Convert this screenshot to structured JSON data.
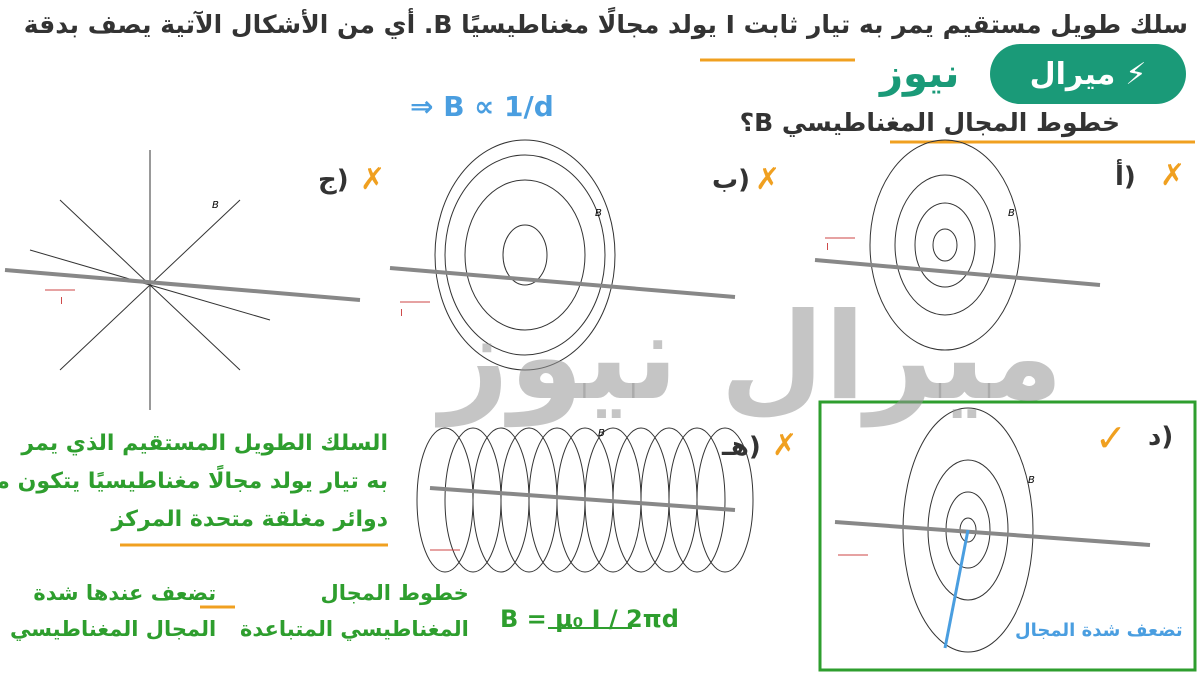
{
  "question": {
    "line1": "سلك طويل مستقيم يمر به تيار ثابت I يولد مجالًا مغناطيسيًا B. أي من الأشكال الآتية يصف بدقة",
    "line2": "خطوط المجال المغناطيسي B؟"
  },
  "annotation_proportional": "⇒ B ∝ 1/d",
  "options": {
    "a": "أ)",
    "b": "ب)",
    "c": "ج)",
    "d": "د)",
    "e": "هـ)"
  },
  "diagram_labels": {
    "field": "B",
    "current": "I"
  },
  "notes": {
    "explanation": [
      "السلك الطويل المستقيم الذي يمر",
      "به تيار يولد مجالًا مغناطيسيًا يتكون من",
      "دوائر مغلقة متحدة المركز"
    ],
    "lines_far": [
      "خطوط المجال",
      "المغناطيسي المتباعدة"
    ],
    "weak": [
      "تضعف عندها شدة",
      "المجال المغناطيسي"
    ],
    "formula": "B = μ₀ I / 2πd",
    "weakens": "تضعف شدة المجال"
  },
  "marks": {
    "wrong": "✗",
    "correct": "✓"
  },
  "watermark": "ميرال نيوز",
  "logo": {
    "text": "ميرال",
    "text2": "نيوز",
    "icon": "lightning-icon"
  },
  "colors": {
    "green": "#2e9e2e",
    "orange": "#f0a020",
    "blue": "#4a9ee0",
    "logo": "#1a9a78"
  }
}
